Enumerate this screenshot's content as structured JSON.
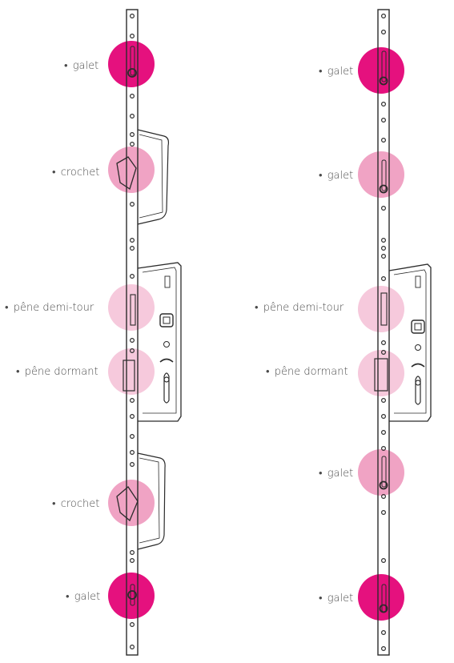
{
  "left_lock": {
    "callouts": [
      {
        "label": "galet",
        "intensity": "strong"
      },
      {
        "label": "crochet",
        "intensity": "medium"
      },
      {
        "label": "pêne demi-tour",
        "intensity": "light"
      },
      {
        "label": "pêne dormant",
        "intensity": "light"
      },
      {
        "label": "crochet",
        "intensity": "medium"
      },
      {
        "label": "galet",
        "intensity": "strong"
      }
    ]
  },
  "right_lock": {
    "callouts": [
      {
        "label": "galet",
        "intensity": "strong"
      },
      {
        "label": "galet",
        "intensity": "medium"
      },
      {
        "label": "pêne demi-tour",
        "intensity": "light"
      },
      {
        "label": "pêne dormant",
        "intensity": "light"
      },
      {
        "label": "galet",
        "intensity": "medium"
      },
      {
        "label": "galet",
        "intensity": "strong"
      }
    ]
  },
  "colors": {
    "strong": "#e5117e",
    "medium": "#f0a3c4",
    "light": "#f6c9dc",
    "line": "#2b2b2b",
    "label": "#4a4a4a"
  }
}
